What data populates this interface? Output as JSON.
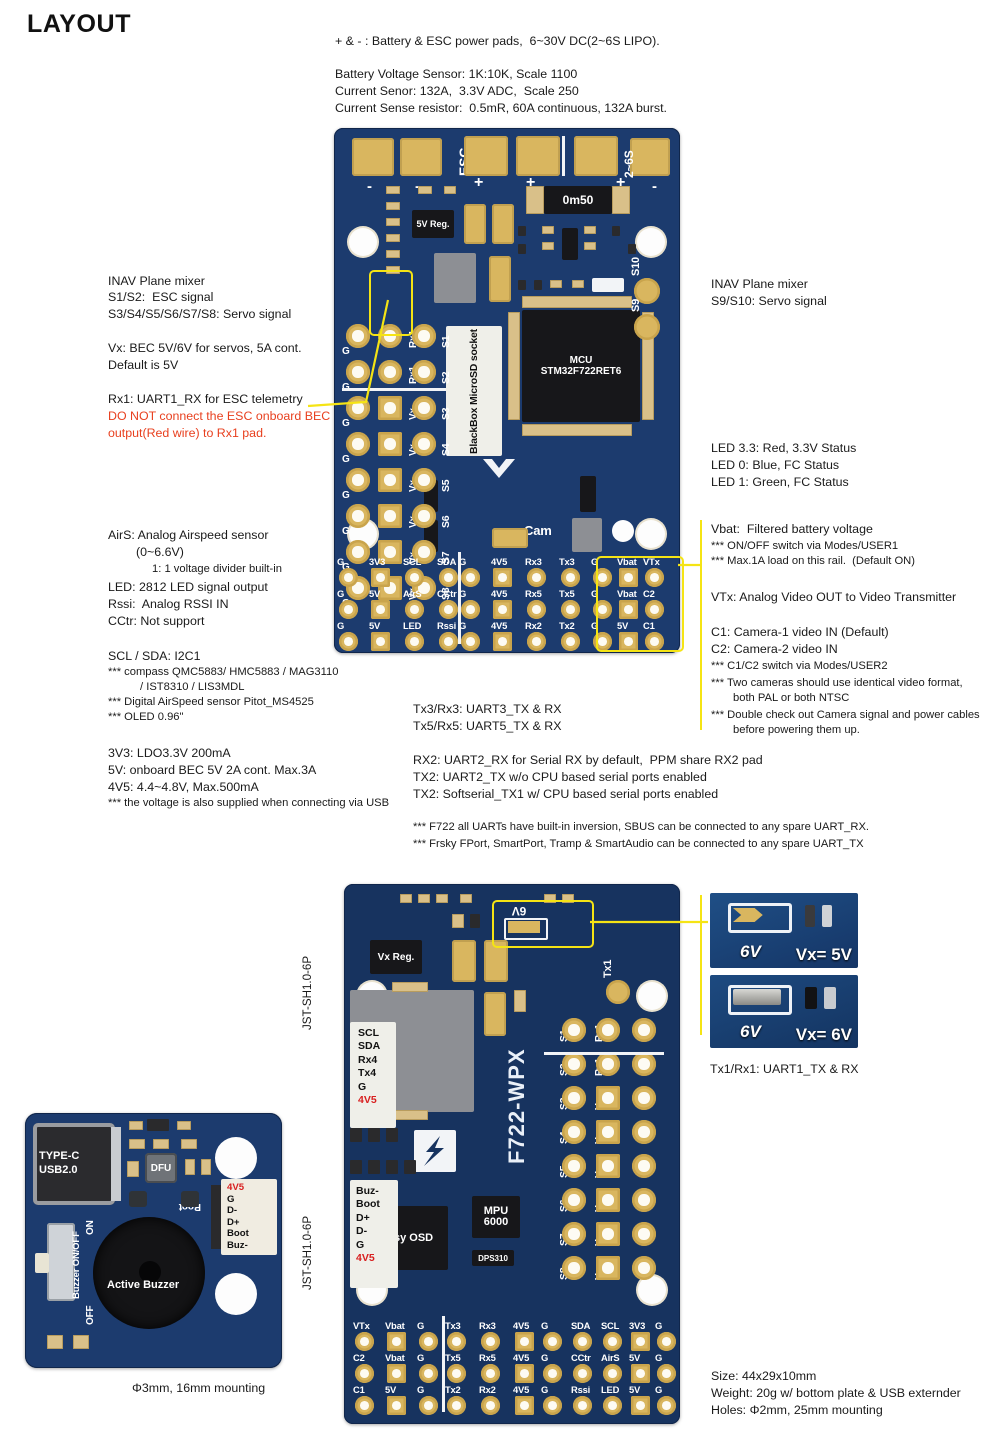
{
  "page": {
    "title": "LAYOUT"
  },
  "top_notes": {
    "power": "+ & - : Battery & ESC power pads,  6~30V DC(2~6S LIPO).",
    "l1": "Battery Voltage Sensor: 1K:10K, Scale 1100",
    "l2": "Current Senor: 132A,  3.3V ADC,  Scale 250",
    "l3": "Current Sense resistor:  0.5mR, 60A continuous, 132A burst."
  },
  "left_notes": {
    "mixer_title": "INAV Plane mixer",
    "mixer_l1": "S1/S2:  ESC signal",
    "mixer_l2": "S3/S4/S5/S6/S7/S8: Servo signal",
    "vx_l1": "Vx: BEC 5V/6V for servos, 5A cont.",
    "vx_l2": "Default is 5V",
    "rx1_l1": "Rx1: UART1_RX for ESC telemetry",
    "rx1_warn1": "DO NOT connect the ESC onboard BEC",
    "rx1_warn2": "output(Red wire) to Rx1 pad."
  },
  "left_notes2": {
    "airs_l1": "AirS: Analog Airspeed sensor",
    "airs_l2": "(0~6.6V)",
    "airs_l3": "1: 1 voltage divider built-in",
    "led": "LED: 2812 LED signal output",
    "rssi": "Rssi:  Analog RSSI IN",
    "cctr": "CCtr: Not support",
    "i2c": "SCL / SDA: I2C1",
    "i2c_n1": "*** compass QMC5883/ HMC5883 / MAG3110",
    "i2c_n2": "/ IST8310 / LIS3MDL",
    "i2c_n3": "*** Digital AirSpeed sensor Pitot_MS4525",
    "i2c_n4": "*** OLED 0.96\"",
    "v1": "3V3: LDO3.3V 200mA",
    "v2": "5V: onboard BEC 5V 2A cont. Max.3A",
    "v3": "4V5: 4.4~4.8V, Max.500mA",
    "v4": "*** the voltage is also supplied when connecting via USB"
  },
  "right_notes": {
    "mixer_title": "INAV Plane mixer",
    "mixer_l1": "S9/S10: Servo signal",
    "led33": "LED 3.3: Red, 3.3V Status",
    "led0": "LED 0: Blue, FC Status",
    "led1": "LED 1: Green, FC Status",
    "vbat": "Vbat:  Filtered battery voltage",
    "vbat_n1": "*** ON/OFF switch via Modes/USER1",
    "vbat_n2": "*** Max.1A load on this rail.  (Default ON)",
    "vtx": "VTx: Analog Video OUT to Video Transmitter",
    "c1": "C1: Camera-1 video IN (Default)",
    "c2": "C2: Camera-2 video IN",
    "c_n1": "*** C1/C2 switch via Modes/USER2",
    "c_n2": "*** Two cameras should use identical video format,",
    "c_n3": "both PAL or both NTSC",
    "c_n4": "*** Double check out Camera signal and power cables",
    "c_n5": "before powering them up."
  },
  "uart_notes": {
    "u1": "Tx3/Rx3: UART3_TX & RX",
    "u2": "Tx5/Rx5: UART5_TX & RX",
    "r1": "RX2: UART2_RX for Serial RX by default,  PPM share RX2 pad",
    "r2": "TX2: UART2_TX w/o CPU based serial ports enabled",
    "r3": "TX2: Softserial_TX1 w/ CPU based serial ports enabled",
    "f1": "*** F722 all UARTs have built-in inversion, SBUS can be connected to any spare UART_RX.",
    "f2": "*** Frsky FPort, SmartPort, Tramp & SmartAudio can be connected to any spare UART_TX"
  },
  "board_top": {
    "esc_label": "ESC",
    "cells_label": "2~6S",
    "shunt": "0m50",
    "reg5v": "5V Reg.",
    "mcu_l1": "MCU",
    "mcu_l2": "STM32F722RET6",
    "blackbox_l1": "BlackBox",
    "blackbox_l2": "MicroSD socket",
    "cam": "Cam",
    "plus": "+",
    "minus": "-",
    "right_pins": [
      "S9",
      "S10"
    ],
    "left_rows": [
      {
        "g": "G",
        "mid": "Rx1",
        "s": "S1"
      },
      {
        "g": "G",
        "mid": "Rx1",
        "s": "S2"
      },
      {
        "g": "G",
        "mid": "Vx",
        "s": "S3"
      },
      {
        "g": "G",
        "mid": "Vx",
        "s": "S4"
      },
      {
        "g": "G",
        "mid": "Vx",
        "s": "S5"
      },
      {
        "g": "G",
        "mid": "Vx",
        "s": "S6"
      },
      {
        "g": "G",
        "mid": "Vx",
        "s": "S7"
      },
      {
        "g": "G",
        "mid": "Vx",
        "s": "S8"
      }
    ],
    "bottom_rows": [
      [
        "G",
        "3V3",
        "SCL",
        "SDA",
        "G",
        "4V5",
        "Rx3",
        "Tx3",
        "G",
        "Vbat",
        "VTx"
      ],
      [
        "G",
        "5V",
        "AirS",
        "CCtr",
        "G",
        "4V5",
        "Rx5",
        "Tx5",
        "G",
        "Vbat",
        "C2"
      ],
      [
        "G",
        "5V",
        "LED",
        "Rssi",
        "G",
        "4V5",
        "Rx2",
        "Tx2",
        "G",
        "5V",
        "C1"
      ]
    ]
  },
  "board_bottom": {
    "silk": "F722-WPX",
    "vx_reg": "Vx Reg.",
    "mpu_l1": "MPU",
    "mpu_l2": "6000",
    "osd": "Frksy OSD",
    "baro": "DPS310",
    "jumper_6v": "6V",
    "tx1": "Tx1",
    "jst_label": "JST-SH1.0-6P",
    "jst_top": [
      "SCL",
      "SDA",
      "Rx4",
      "Tx4",
      "G",
      "4V5"
    ],
    "jst_bottom": [
      "Buz-",
      "Boot",
      "D+",
      "D-",
      "G",
      "4V5"
    ],
    "right_rows": [
      {
        "s": "S1",
        "mid": "Rx1"
      },
      {
        "s": "S2",
        "mid": "Rx1"
      },
      {
        "s": "S3",
        "mid": "Vx"
      },
      {
        "s": "S4",
        "mid": "Vx"
      },
      {
        "s": "S5",
        "mid": "Vx"
      },
      {
        "s": "S6",
        "mid": "Vx"
      },
      {
        "s": "S7",
        "mid": "Vx"
      },
      {
        "s": "S8",
        "mid": "Vx"
      }
    ],
    "bottom_rows": [
      [
        "VTx",
        "Vbat",
        "G",
        "Tx3",
        "Rx3",
        "4V5",
        "G",
        "SDA",
        "SCL",
        "3V3",
        "G"
      ],
      [
        "C2",
        "Vbat",
        "G",
        "Tx5",
        "Rx5",
        "4V5",
        "G",
        "CCtr",
        "AirS",
        "5V",
        "G"
      ],
      [
        "C1",
        "5V",
        "G",
        "Tx2",
        "Rx2",
        "4V5",
        "G",
        "Rssi",
        "LED",
        "5V",
        "G"
      ]
    ]
  },
  "vx_photos": {
    "top_six": "6V",
    "top_cap": "Vx= 5V",
    "bottom_six": "6V",
    "bottom_cap": "Vx= 6V",
    "tx1rx1": "Tx1/Rx1: UART1_TX & RX"
  },
  "buzzer": {
    "usb_l1": "TYPE-C",
    "usb_l2": "USB2.0",
    "dfu": "DFU",
    "boot": "Boot",
    "on": "ON",
    "off": "OFF",
    "switch": "Buzzer ON/OFF",
    "buzzer_label": "Active Buzzer",
    "conn": [
      "4V5",
      "G",
      "D-",
      "D+",
      "Boot",
      "Buz-"
    ],
    "caption": "Φ3mm, 16mm mounting"
  },
  "size_notes": {
    "s1": "Size: 44x29x10mm",
    "s2": "Weight: 20g w/ bottom plate & USB externder",
    "s3": "Holes: Φ2mm, 25mm mounting"
  }
}
